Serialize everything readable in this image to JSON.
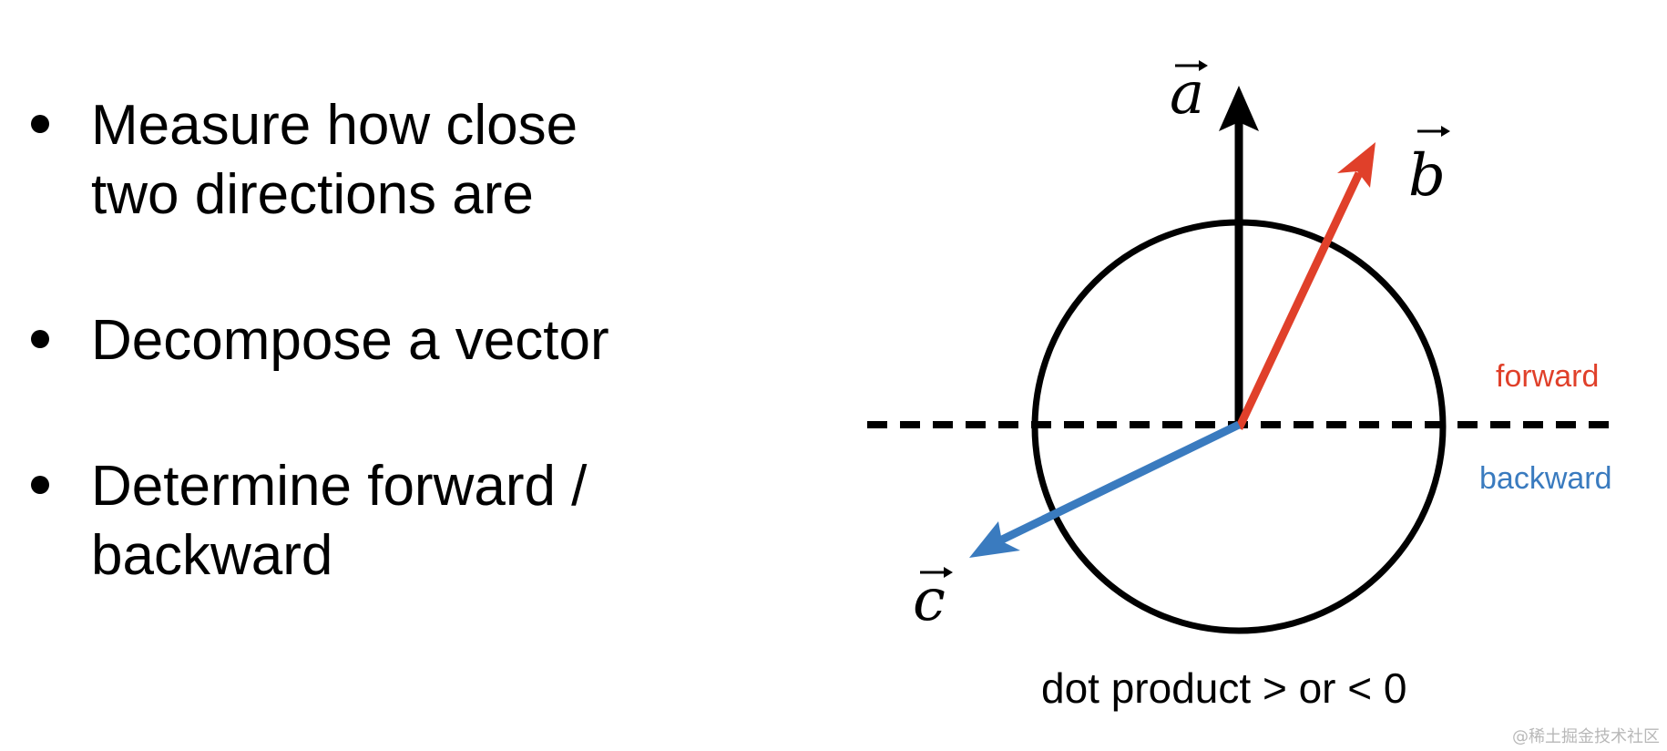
{
  "bullets": [
    {
      "lines": [
        "Measure how close",
        "two directions are"
      ]
    },
    {
      "lines": [
        "Decompose a vector"
      ]
    },
    {
      "lines": [
        "Determine forward /",
        "backward"
      ]
    }
  ],
  "diagram": {
    "vectors": {
      "a": {
        "label": "a",
        "color": "#000000"
      },
      "b": {
        "label": "b",
        "color": "#e0402a"
      },
      "c": {
        "label": "c",
        "color": "#3a7bbf"
      }
    },
    "forward_label": "forward",
    "backward_label": "backward",
    "forward_color": "#e0402a",
    "backward_color": "#3a7bbf",
    "caption": "dot product > or < 0"
  },
  "watermark": "@稀土掘金技术社区"
}
